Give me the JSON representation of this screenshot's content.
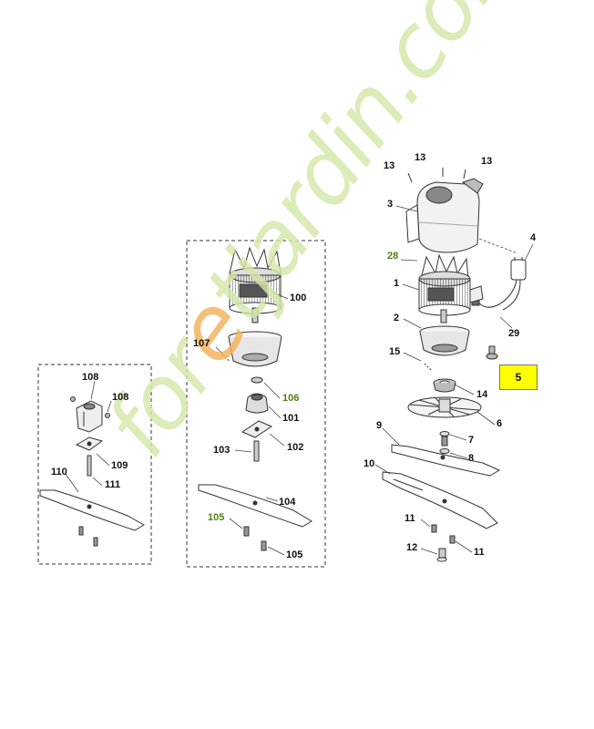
{
  "labels": {
    "l13a": "13",
    "l13b": "13",
    "l13c": "13",
    "l3": "3",
    "l4": "4",
    "l28": "28",
    "l1": "1",
    "l29": "29",
    "l2": "2",
    "l15": "15",
    "l14": "14",
    "l6": "6",
    "l7": "7",
    "l8": "8",
    "l9": "9",
    "l10": "10",
    "l11a": "11",
    "l11b": "11",
    "l12": "12",
    "l100": "100",
    "l107": "107",
    "l106": "106",
    "l101": "101",
    "l102": "102",
    "l103": "103",
    "l104": "104",
    "l105a": "105",
    "l105b": "105",
    "l108a": "108",
    "l108b": "108",
    "l109": "109",
    "l110": "110",
    "l111": "111"
  },
  "highlight_label": "5",
  "watermark": {
    "text_main": "for",
    "text_accent": "e",
    "text_end": "tjardin.com"
  },
  "colors": {
    "highlight": "#ffff00",
    "green_label": "#4e7f12",
    "watermark": "#d4e8a9",
    "watermark_accent": "#f3b15c"
  }
}
